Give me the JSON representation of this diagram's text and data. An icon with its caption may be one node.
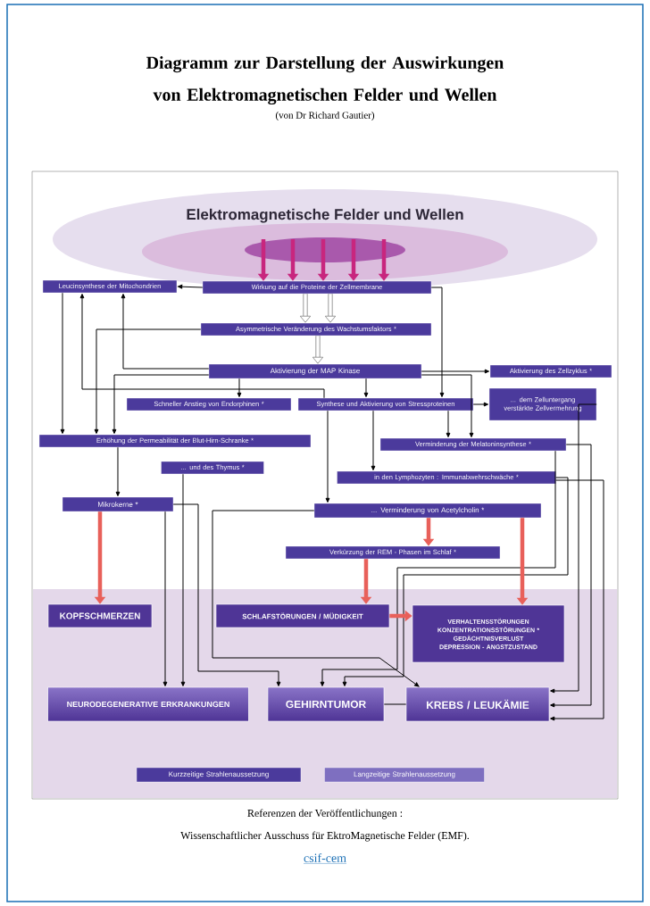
{
  "diagram": {
    "title": "Diagramm zur Darstellung der Auswirkungen von Elektromagnetischen Felder und Wellen",
    "nodes": [
      {
        "text": [
          "Elektromagnetische Felder und Wellen"
        ]
      },
      {
        "text": [
          "Leucinsynthese der Mitochondrien"
        ]
      },
      {
        "text": [
          "Wirkung auf die Proteine der Zellmembrane"
        ]
      },
      {
        "text": [
          "Asymmetrische Veränderung des Wachstumsfaktors *"
        ]
      },
      {
        "text": [
          "Aktivierung der MAP Kinase"
        ]
      },
      {
        "text": [
          "Aktivierung des Zellzyklus *"
        ]
      },
      {
        "text": [
          "Schneller Anstieg von Endorphinen *"
        ]
      },
      {
        "text": [
          "Synthese und Aktivierung von Stressproteinen"
        ]
      },
      {
        "text": [
          "... dem Zelluntergang verstärkte Zellvermehrung"
        ]
      },
      {
        "text": [
          "Erhöhung der Permeabilität der Blut-Hirn-Schranke *"
        ]
      },
      {
        "text": [
          "Verminderung der Melatoninsynthese *"
        ]
      },
      {
        "text": [
          "... und des Thymus *"
        ]
      },
      {
        "text": [
          "in den Lymphozyten : Immunabwehrschwäche *"
        ]
      },
      {
        "text": [
          "Mikrokerne *"
        ]
      },
      {
        "text": [
          "... Verminderung von Acetylcholin *"
        ]
      },
      {
        "text": [
          "Verkürzung der REM - Phasen im Schlaf *"
        ]
      },
      {
        "text": [
          "KOPFSCHMERZEN"
        ]
      },
      {
        "text": [
          "SCHLAFSTÖRUNGEN / MÜDIGKEIT"
        ]
      },
      {
        "text": [
          "VERHALTENSSTÖRUNGEN",
          "KONZENTRATIONSSTÖRUNGEN *",
          "GEDÄCHTNISVERLUST",
          "DEPRESSION - ANGSTZUSTAND"
        ]
      },
      {
        "text": [
          "NEURODEGENERATIVE ERKRANKUNGEN"
        ]
      },
      {
        "text": [
          "GEHIRNTUMOR"
        ]
      },
      {
        "text": [
          "KREBS / LEUKÄMIE"
        ]
      },
      {
        "text": [
          "Kurzzeitige Strahlenaussetzung"
        ]
      },
      {
        "text": [
          "Langzeitige Strahlenaussetzung"
        ]
      }
    ],
    "edges": [
      {
        "from": 0,
        "to": 2,
        "arrow": "to",
        "style": "thick",
        "color": "#c8267e"
      },
      {
        "from": 0,
        "to": 2,
        "arrow": "to",
        "style": "thick",
        "color": "#c8267e"
      },
      {
        "from": 0,
        "to": 2,
        "arrow": "to",
        "style": "thick",
        "color": "#c8267e"
      },
      {
        "from": 0,
        "to": 2,
        "arrow": "to",
        "style": "thick",
        "color": "#c8267e"
      },
      {
        "from": 0,
        "to": 2,
        "arrow": "to",
        "style": "thick",
        "color": "#c8267e"
      },
      {
        "from": 2,
        "to": 1,
        "arrow": "to"
      },
      {
        "from": 2,
        "to": 3,
        "arrow": "to",
        "style": "thick",
        "color": "#808080"
      },
      {
        "from": 2,
        "to": 3,
        "arrow": "to",
        "style": "thick",
        "color": "#808080"
      },
      {
        "from": 3,
        "to": 4,
        "arrow": "to",
        "style": "thick",
        "color": "#808080"
      },
      {
        "from": 2,
        "to": 7,
        "arrow": "to"
      },
      {
        "from": 4,
        "to": 1,
        "arrow": "to"
      },
      {
        "from": 7,
        "to": 1,
        "arrow": "to"
      },
      {
        "from": 4,
        "to": 6,
        "arrow": "to"
      },
      {
        "from": 4,
        "to": 7,
        "arrow": "to"
      },
      {
        "from": 4,
        "to": 5,
        "arrow": "to"
      },
      {
        "from": 7,
        "to": 8,
        "arrow": "to"
      },
      {
        "from": 4,
        "to": 10,
        "arrow": "to"
      },
      {
        "from": 7,
        "to": 10,
        "arrow": "to"
      },
      {
        "from": 1,
        "to": 9,
        "arrow": "to"
      },
      {
        "from": 3,
        "to": 9,
        "arrow": "to"
      },
      {
        "from": 4,
        "to": 9,
        "arrow": "to"
      },
      {
        "from": 9,
        "to": 13,
        "arrow": "to"
      },
      {
        "from": 7,
        "to": 14,
        "arrow": "to"
      },
      {
        "from": 7,
        "to": 12,
        "arrow": "to"
      },
      {
        "from": 13,
        "to": 16,
        "arrow": "to",
        "style": "thick",
        "color": "#e8605a"
      },
      {
        "from": 13,
        "to": 19,
        "arrow": "to"
      },
      {
        "from": 11,
        "to": 19,
        "arrow": "to"
      },
      {
        "from": 13,
        "to": 20,
        "arrow": "to"
      },
      {
        "from": 14,
        "to": 21,
        "arrow": "to"
      },
      {
        "from": 10,
        "to": 20,
        "arrow": "to"
      },
      {
        "from": 12,
        "to": 20,
        "arrow": "to"
      },
      {
        "from": 8,
        "to": 21,
        "arrow": "to"
      },
      {
        "from": 10,
        "to": 21,
        "arrow": "to"
      },
      {
        "from": 12,
        "to": 21,
        "arrow": "to"
      },
      {
        "from": 14,
        "to": 15,
        "arrow": "to",
        "style": "thick",
        "color": "#e8605a"
      },
      {
        "from": 15,
        "to": 17,
        "arrow": "to",
        "style": "thick",
        "color": "#e8605a"
      },
      {
        "from": 17,
        "to": 18,
        "arrow": "to",
        "style": "thick",
        "color": "#e8605a"
      },
      {
        "from": 14,
        "to": 18,
        "arrow": "to",
        "style": "thick",
        "color": "#e8605a"
      },
      {
        "from": 20,
        "to": 21,
        "arrow": "none"
      }
    ],
    "labels": [
      "(von Dr Richard Gautier)",
      "Referenzen der Veröffentlichungen :",
      "Wissenschaftlicher Ausschuss für EktroMagnetische Felder (EMF).",
      "csif-cem"
    ]
  }
}
